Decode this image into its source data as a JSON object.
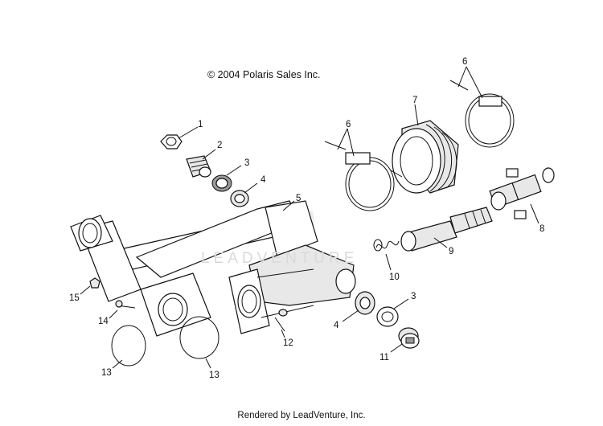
{
  "copyright": "© 2004 Polaris Sales Inc.",
  "footer": "Rendered by LeadVenture, Inc.",
  "watermark": "LEADVENTURE",
  "callouts": [
    {
      "id": "1",
      "label": "1"
    },
    {
      "id": "2",
      "label": "2"
    },
    {
      "id": "3a",
      "label": "3"
    },
    {
      "id": "4a",
      "label": "4"
    },
    {
      "id": "5",
      "label": "5"
    },
    {
      "id": "6a",
      "label": "6"
    },
    {
      "id": "6b",
      "label": "6"
    },
    {
      "id": "7",
      "label": "7"
    },
    {
      "id": "8",
      "label": "8"
    },
    {
      "id": "9",
      "label": "9"
    },
    {
      "id": "10",
      "label": "10"
    },
    {
      "id": "3b",
      "label": "3"
    },
    {
      "id": "4b",
      "label": "4"
    },
    {
      "id": "11",
      "label": "11"
    },
    {
      "id": "12",
      "label": "12"
    },
    {
      "id": "13a",
      "label": "13"
    },
    {
      "id": "13b",
      "label": "13"
    },
    {
      "id": "14",
      "label": "14"
    },
    {
      "id": "15",
      "label": "15"
    }
  ]
}
